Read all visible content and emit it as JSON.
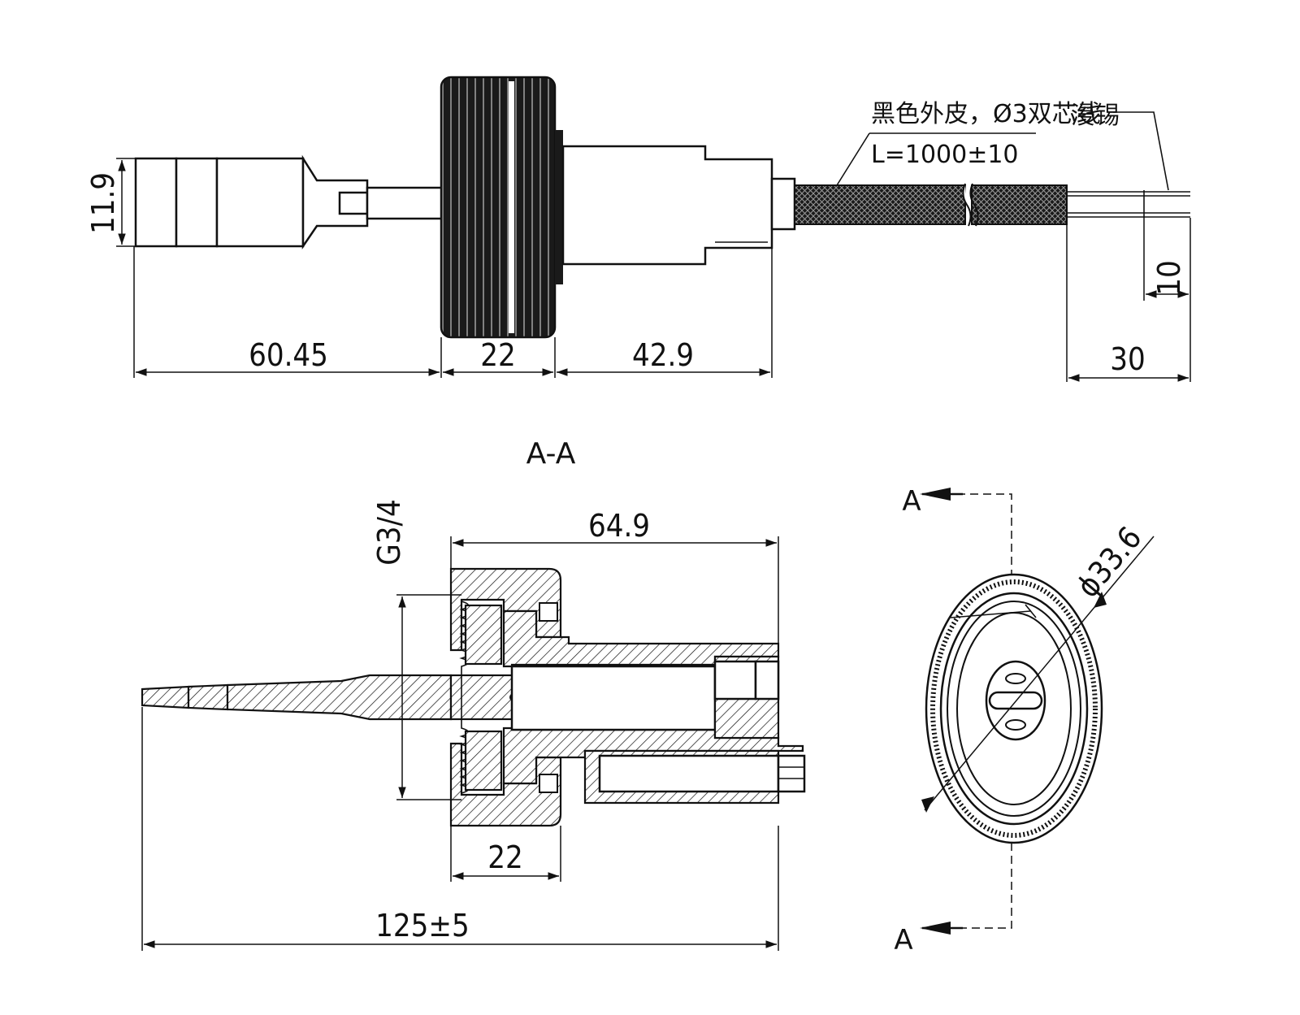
{
  "top_view": {
    "label_diameter": "11.9",
    "dim_probe_length": "60.45",
    "dim_nut_width": "22",
    "dim_body_length": "42.9",
    "cable_note_line1": "黑色外皮，Ø3双芯线",
    "cable_note_line2": "L=1000±10",
    "tin_note": "浸锡",
    "dim_tin_length": "10",
    "dim_lead_length": "30"
  },
  "section_view": {
    "title": "A-A",
    "thread_label": "G3/4",
    "dim_fitting_length": "64.9",
    "dim_nut_width": "22",
    "dim_total_length": "125±5"
  },
  "end_view": {
    "section_marker_top": "A",
    "section_marker_bottom": "A",
    "dim_diameter": "ϕ33.6"
  }
}
